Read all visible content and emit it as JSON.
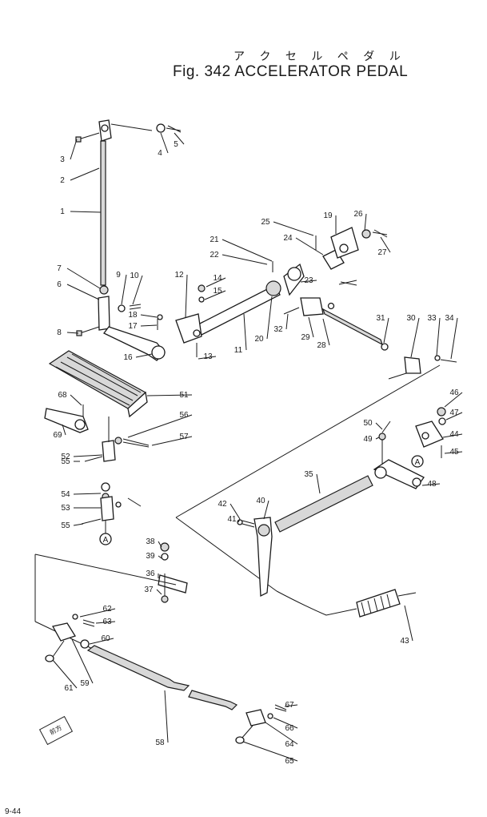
{
  "header": {
    "title_jp": "ア ク セ ル ペ ダ ル",
    "title_en": "Fig. 342 ACCELERATOR PEDAL"
  },
  "callouts": [
    "1",
    "2",
    "3",
    "4",
    "5",
    "6",
    "7",
    "8",
    "9",
    "10",
    "11",
    "12",
    "13",
    "14",
    "15",
    "16",
    "17",
    "18",
    "19",
    "20",
    "21",
    "22",
    "23",
    "24",
    "25",
    "26",
    "27",
    "28",
    "29",
    "30",
    "31",
    "32",
    "33",
    "34",
    "35",
    "36",
    "37",
    "38",
    "39",
    "40",
    "41",
    "42",
    "43",
    "44",
    "45",
    "46",
    "47",
    "48",
    "49",
    "50",
    "51",
    "52",
    "53",
    "54",
    "55",
    "56",
    "57",
    "58",
    "59",
    "60",
    "61",
    "62",
    "63",
    "64",
    "65",
    "66",
    "67",
    "68",
    "69"
  ],
  "markers": {
    "connection": "A"
  },
  "badge": "前方",
  "page_number": "9-44"
}
